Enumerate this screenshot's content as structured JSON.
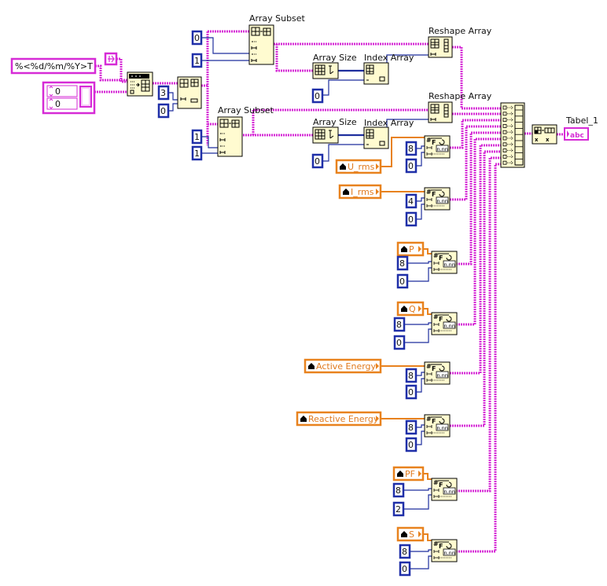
{
  "diagram": {
    "type": "LabVIEW block diagram",
    "colors": {
      "array_wire": "#d62bd6",
      "integer_wire": "#1f2f9e",
      "double_wire": "#e8821e",
      "node_fill": "#fffbd0",
      "background": "#ffffff"
    },
    "format_string": "%<%d/%m/%Y>T",
    "cluster_values": [
      "0",
      "0"
    ],
    "array_subset_1": {
      "label": "Array Subset",
      "index": "0",
      "length": "1"
    },
    "array_subset_2": {
      "label": "Array Subset",
      "index": "1",
      "length": "1"
    },
    "index_array_main": {
      "const_a": "3",
      "const_b": "0"
    },
    "array_size_1": {
      "label": "Array Size"
    },
    "array_size_2": {
      "label": "Array Size"
    },
    "index_array_1": {
      "label": "Index Array",
      "index": "0"
    },
    "index_array_2": {
      "label": "Index Array",
      "index": "0"
    },
    "reshape_1": {
      "label": "Reshape Array"
    },
    "reshape_2": {
      "label": "Reshape Array"
    },
    "indicator": {
      "label": "Tabel_1",
      "glyph": "abc"
    },
    "number_to_string": [
      {
        "ref": "U_rms",
        "width": "8",
        "precision": "0"
      },
      {
        "ref": "I_rms",
        "width": "4",
        "precision": "0"
      },
      {
        "ref": "P",
        "width": "8",
        "precision": "0"
      },
      {
        "ref": "Q",
        "width": "8",
        "precision": "0"
      },
      {
        "ref": "Active Energy",
        "width": "8",
        "precision": "0"
      },
      {
        "ref": "Reactive Energy",
        "width": "8",
        "precision": "0"
      },
      {
        "ref": "PF",
        "width": "8",
        "precision": "2"
      },
      {
        "ref": "S",
        "width": "8",
        "precision": "0"
      }
    ],
    "glyphs": {
      "fmt_node": "n.nn",
      "sharp": "#",
      "F": "F"
    }
  }
}
